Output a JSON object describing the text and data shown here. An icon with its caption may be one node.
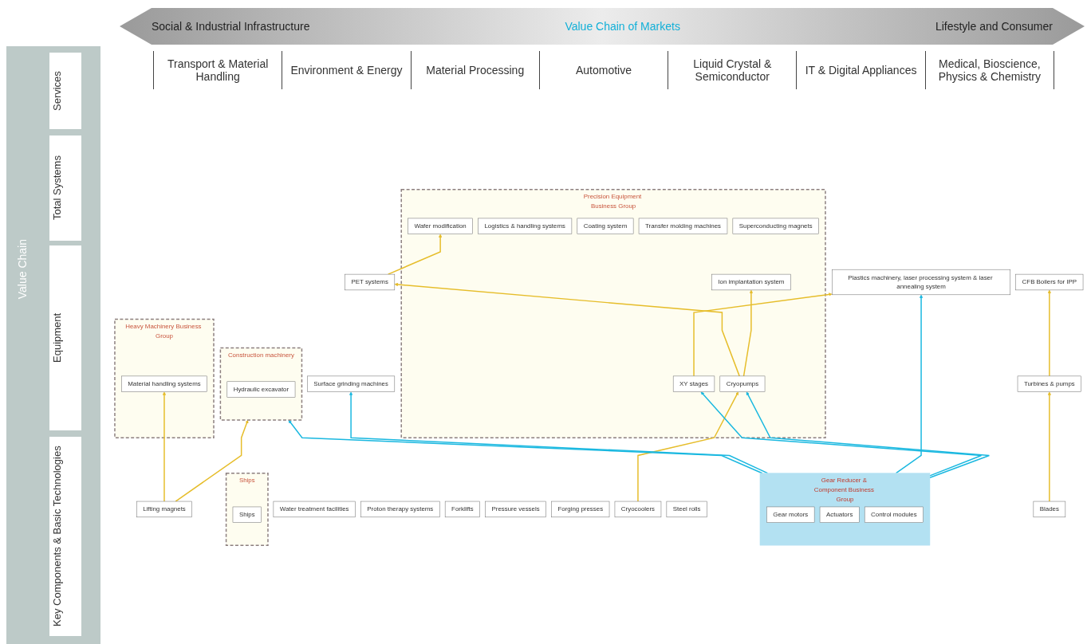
{
  "diagram": {
    "nodes": [
      {
        "text": [
          "Water treatment facilities"
        ]
      },
      {
        "text": [
          "CFB Boilers for IPP"
        ]
      },
      {
        "text": [
          "Heavy Machinery Business Group"
        ]
      },
      {
        "text": [
          "Material handling systems"
        ],
        "in": 2
      },
      {
        "text": [
          "Precision Equipment Business Group"
        ]
      },
      {
        "text": [
          "Wafer modification"
        ],
        "in": 4
      },
      {
        "text": [
          "Proton therapy systems"
        ]
      },
      {
        "text": [
          "Ships"
        ]
      },
      {
        "text": [
          "Ships"
        ],
        "in": 7
      },
      {
        "text": [
          "Logistics & handling systems"
        ],
        "in": 4
      },
      {
        "text": [
          "PET systems"
        ]
      },
      {
        "text": [
          "Plastics machinery, laser processing system & laser annealing system"
        ]
      },
      {
        "text": [
          "Forklifts"
        ]
      },
      {
        "text": [
          "Pressure vessels"
        ]
      },
      {
        "text": [
          "Coating system"
        ],
        "in": 4
      },
      {
        "text": [
          "Construction machinery"
        ]
      },
      {
        "text": [
          "Hydraulic excavator"
        ],
        "in": 15
      },
      {
        "text": [
          "Transfer molding machines"
        ],
        "in": 4
      },
      {
        "text": [
          "Forging presses"
        ]
      },
      {
        "text": [
          "Ion implantation system"
        ],
        "in": 4
      },
      {
        "text": [
          "Surface grinding machines"
        ]
      },
      {
        "text": [
          "Turbines & pumps"
        ]
      },
      {
        "text": [
          "Superconducting magnets"
        ],
        "in": 4
      },
      {
        "text": [
          "XY stages"
        ],
        "in": 4
      },
      {
        "text": [
          "Lifting magnets"
        ]
      },
      {
        "text": [
          "Steel rolls"
        ]
      },
      {
        "text": [
          "Cryopumps"
        ],
        "in": 4
      },
      {
        "text": [
          "Blades"
        ]
      },
      {
        "text": [
          "Cryocoolers"
        ]
      },
      {
        "text": [
          "Gear Reducer & Component Business Group"
        ]
      },
      {
        "text": [
          "Gear motors"
        ],
        "in": 29
      },
      {
        "text": [
          "Actuators"
        ],
        "in": 29
      },
      {
        "text": [
          "Control modules"
        ],
        "in": 29
      }
    ],
    "edges": [
      {
        "from": 21,
        "to": 1,
        "arrow": "to"
      },
      {
        "from": 24,
        "to": 3,
        "arrow": "to"
      },
      {
        "from": 24,
        "to": 15,
        "arrow": "to"
      },
      {
        "from": 27,
        "to": 21,
        "arrow": "to"
      },
      {
        "from": 10,
        "to": 5,
        "arrow": "to"
      },
      {
        "from": 26,
        "to": 10,
        "arrow": "to"
      },
      {
        "from": 26,
        "to": 19,
        "arrow": "to"
      },
      {
        "from": 23,
        "to": 11,
        "arrow": "to"
      },
      {
        "from": 28,
        "to": 26,
        "arrow": "to"
      },
      {
        "from": 29,
        "to": 15,
        "arrow": "to",
        "color": "#1ab8e0"
      },
      {
        "from": 29,
        "to": 20,
        "arrow": "to",
        "color": "#1ab8e0"
      },
      {
        "from": 29,
        "to": 11,
        "arrow": "to",
        "color": "#1ab8e0"
      },
      {
        "from": 29,
        "to": 23,
        "arrow": "to",
        "color": "#1ab8e0"
      },
      {
        "from": 29,
        "to": 26,
        "arrow": "to",
        "color": "#1ab8e0"
      }
    ],
    "labels": [
      "Social & Industrial Infrastructure",
      "Value Chain of Markets",
      "Lifestyle and Consumer",
      "Transport & Material Handling",
      "Environment & Energy",
      "Material Processing",
      "Automotive",
      "Liquid Crystal & Semiconductor",
      "IT & Digital Appliances",
      "Medical, Bioscience, Physics & Chemistry",
      "Services",
      "Total Systems",
      "Equipment",
      "Key Components & Basic Technologies",
      "Value Chain"
    ]
  }
}
